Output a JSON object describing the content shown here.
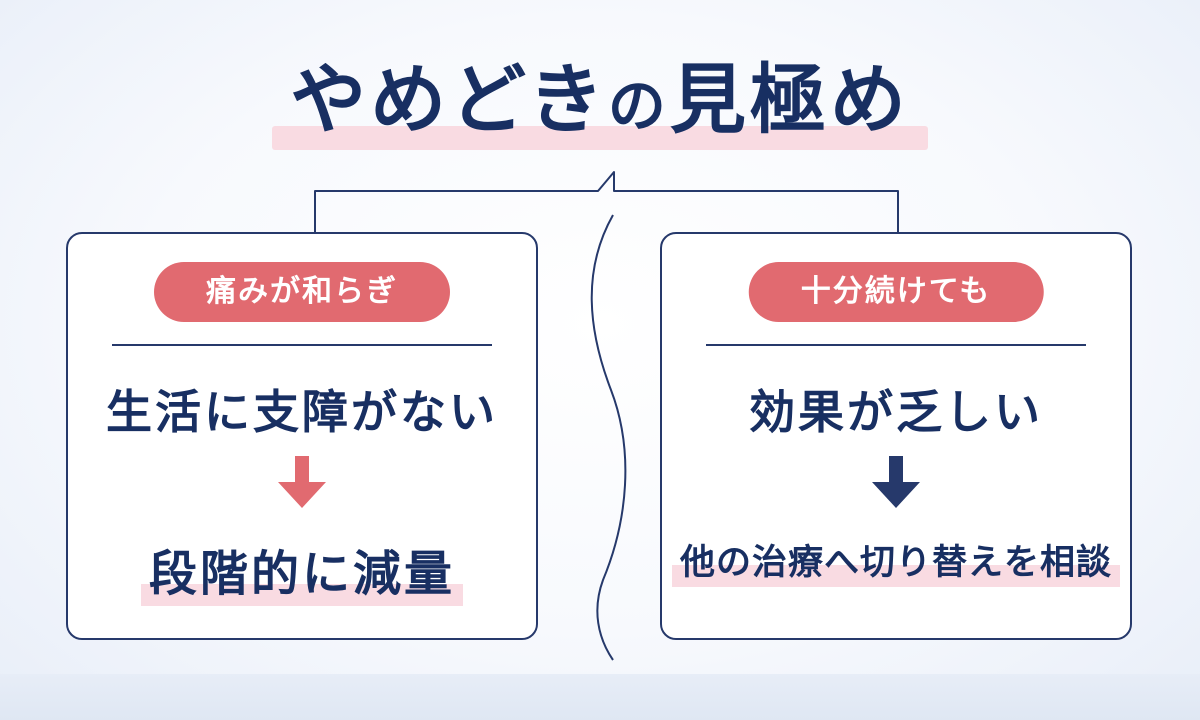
{
  "title": {
    "main": "やめどき",
    "particle": "の",
    "tail": "見極め"
  },
  "left_panel": {
    "pill_label": "痛みが和らぎ",
    "condition": "生活に支障がない",
    "action": "段階的に減量",
    "arrow_color": "#e16a70"
  },
  "right_panel": {
    "pill_label": "十分続けても",
    "condition": "効果が乏しい",
    "action": "他の治療へ切り替えを相談",
    "arrow_color": "#26396b"
  },
  "colors": {
    "navy": "#182f62",
    "accent_red": "#e16a70",
    "highlight_pink": "#f9dbe2"
  }
}
